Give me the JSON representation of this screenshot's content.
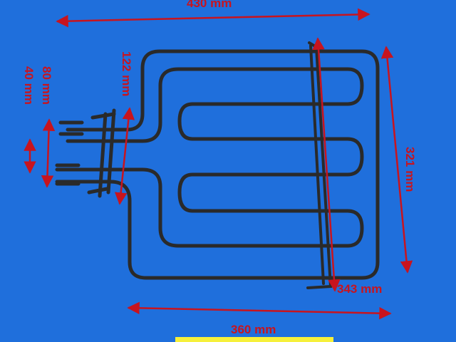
{
  "photo": {
    "background_color": "#1f6fdc",
    "element_color": "#2a2a2a",
    "dimension_color": "#c8141e",
    "highlight_color": "#f6f03a"
  },
  "dimensions": {
    "overall_width": "430 mm",
    "bottom_width": "360 mm",
    "height": "321 mm",
    "bracket_height": "343 mm",
    "connector_depth": "122 mm",
    "terminal_span": "80 mm",
    "terminal_gap": "40 mm"
  }
}
